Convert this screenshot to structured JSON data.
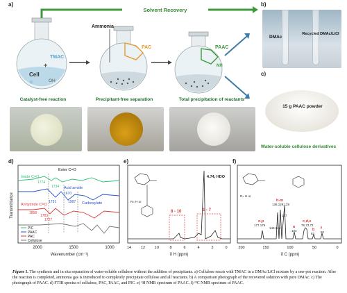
{
  "panel_labels": {
    "a": "a)",
    "b": "b)",
    "c": "c)",
    "d": "d)",
    "e": "e)",
    "f": "f)"
  },
  "scheme": {
    "solvent_recovery": "Solvent Recovery",
    "ammonia": "Ammonia",
    "tmac": "TMAC",
    "cell": "Cell",
    "oh": "OH",
    "plus": "+",
    "pac": "PAC",
    "paac": "PAAC",
    "nh4_plus": "NH",
    "step1": "Catalyst-free reaction",
    "step2": "Precipitant-free separation",
    "step3": "Total precipitation of reactants"
  },
  "panel_b": {
    "dmac": "DMAc",
    "recycled": "Recycled DMAc/LiCl"
  },
  "panel_c": {
    "powder": "15 g PAAC powder",
    "subtitle": "Water-soluble cellulose derivatives"
  },
  "panel_d": {
    "ylabel": "Transmittance",
    "xlabel": "Wavenumber (cm⁻¹)",
    "ticks": [
      "2000",
      "1500",
      "1000"
    ],
    "annotations": {
      "ester": "Ester C=O",
      "imide": "Imide C=O",
      "acid_amide": "Acid amide",
      "carboxylate": "Carboxylate",
      "anhydride": "Anhydride C=O",
      "n1774": "1774",
      "n1734": "1734",
      "n1670": "1670",
      "n1731": "1731",
      "n1587": "1587",
      "n1858": "1858",
      "n1783": "1783",
      "n1727": "1727"
    },
    "legend": [
      "PIC",
      "PAAC",
      "PAC",
      "Cellulose"
    ]
  },
  "panel_e": {
    "xlabel": "δ H (ppm)",
    "ticks": [
      "14",
      "12",
      "10",
      "8",
      "6",
      "4",
      "2",
      "0"
    ],
    "hdo": "4.74, HDO",
    "box1": "8 - 10",
    "box2": "1 - 7",
    "r_label": "R= H or"
  },
  "panel_f": {
    "xlabel": "δ C (ppm)",
    "ticks": [
      "200",
      "150",
      "100",
      "50",
      "0"
    ],
    "peaks": {
      "op": "o,p",
      "p177": "177.176",
      "hm": "h-m",
      "hm_vals": "136,129,128",
      "n143": "143,144",
      "n137": "137",
      "a": "a",
      "n103": "103",
      "cde": "c,d,e",
      "cde_vals": "76,73,72",
      "b": "b",
      "n82": "82",
      "f": "f",
      "n60": "60"
    },
    "r_label": "R= H or"
  },
  "caption": {
    "figure": "Figure 1.",
    "text": " The synthesis and in situ separation of water-soluble cellulose without the addition of precipitants. a) Cellulose reacts with TMAC in a DMAc/LiCl mixture by a one-pot reaction. After the reaction is completed, ammonia gas is introduced to completely precipitate cellulose and all reactants. b) A comparison photograph of the recovered solution with pure DMAc. c) The photograph of PAAC. d) FTIR spectra of cellulose, PAC, PAAC, and PIC. e) ¹H NMR spectrum of PAAC. f) ¹³C NMR spectrum of PAAC."
  }
}
